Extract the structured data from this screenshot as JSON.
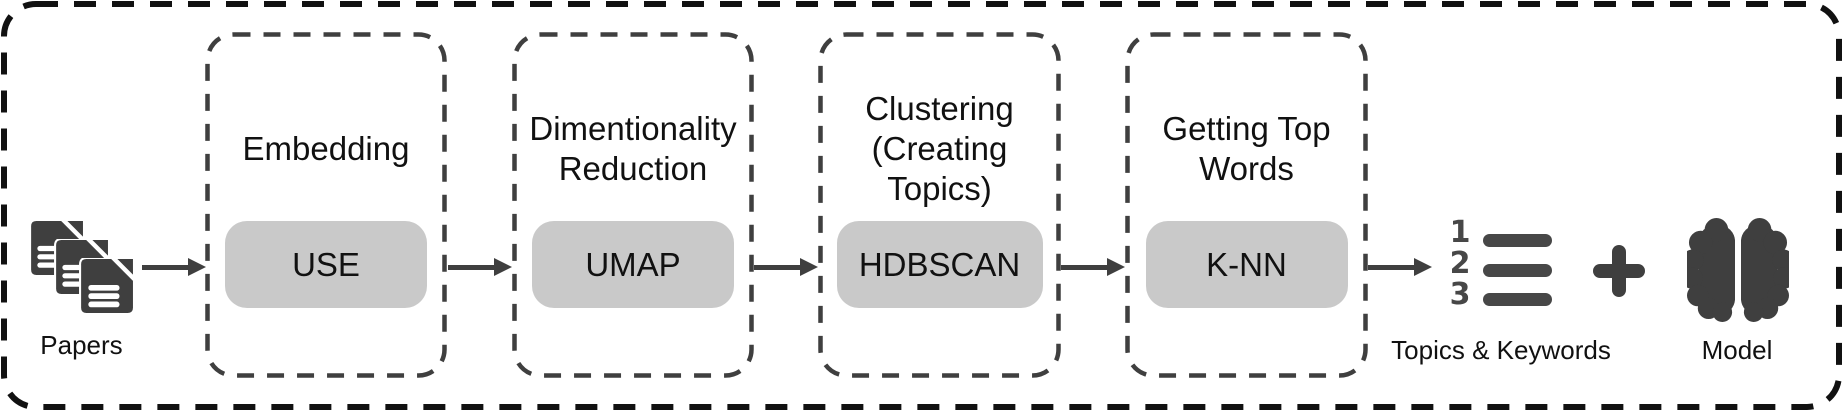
{
  "diagram": {
    "input": {
      "label": "Papers",
      "icon": "papers-stack-icon"
    },
    "stages": [
      {
        "title": "Embedding",
        "method": "USE"
      },
      {
        "title": "Dimentionality Reduction",
        "method": "UMAP"
      },
      {
        "title": "Clustering (Creating Topics)",
        "method": "HDBSCAN"
      },
      {
        "title": "Getting Top Words",
        "method": "K-NN"
      }
    ],
    "outputs": [
      {
        "label": "Topics & Keywords",
        "icon": "numbered-list-icon",
        "numbers": [
          "1",
          "2",
          "3"
        ]
      },
      {
        "label": "Model",
        "icon": "brain-icon"
      }
    ],
    "operator_icon": "plus-icon",
    "colors": {
      "dark": "#3f3f3f",
      "button_bg": "#c9c9c9",
      "outer_border": "#111111",
      "box_border": "#3f3f3f",
      "text": "#111111"
    }
  }
}
